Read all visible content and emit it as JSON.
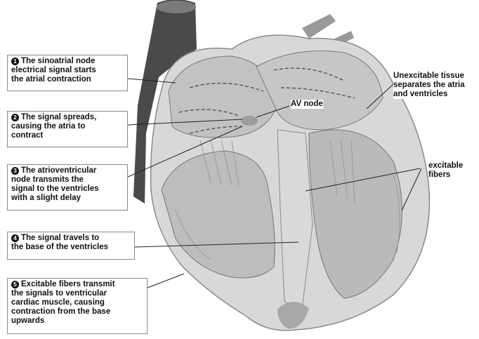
{
  "callouts": [
    {
      "num": "1",
      "text": "The sinoatrial node\nelectrical signal starts\nthe atrial contraction"
    },
    {
      "num": "2",
      "text": "The signal spreads,\ncausing the atria to\ncontract"
    },
    {
      "num": "3",
      "text": "The atrioventricular\nnode transmits the\nsignal to the ventricles\nwith a slight delay"
    },
    {
      "num": "4",
      "text": "The signal travels to\nthe base of the ventricles"
    },
    {
      "num": "5",
      "text": "Excitable fibers transmit\nthe signals to ventricular\ncardiac muscle, causing\ncontraction from the base\nupwards"
    }
  ],
  "labels": {
    "av_node": "AV node",
    "unexcitable": "Unexcitable tissue\nseparates the atria\nand ventricles",
    "excitable": "excitable\nfibers"
  },
  "colors": {
    "heart_outer": "#d0d0d0",
    "aorta_dark": "#4a4a4a",
    "chamber": "#bdbdbd",
    "leader": "#222222"
  }
}
